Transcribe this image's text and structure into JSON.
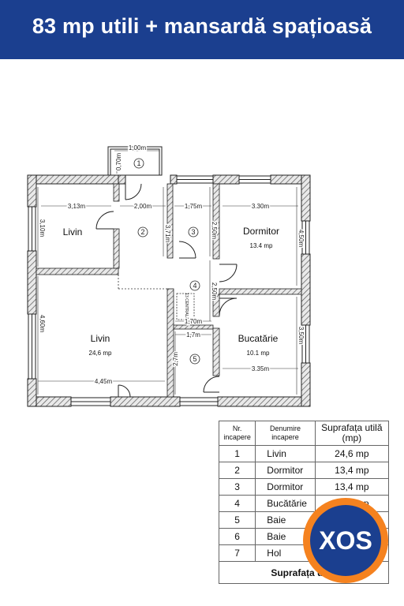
{
  "header": {
    "title": "83 mp utili + mansardă spațioasă",
    "bg_color": "#1b3f8f"
  },
  "plan": {
    "rooms": {
      "livin_small": "Livin",
      "livin_large": "Livin",
      "livin_large_area": "24,6 mp",
      "dormitor": "Dormitor",
      "dormitor_area": "13.4 mp",
      "bucatarie": "Bucatărie",
      "bucatarie_area": "10.1 mp"
    },
    "markers": [
      "1",
      "2",
      "3",
      "4",
      "5"
    ],
    "dims": {
      "balcony_w": "1,00m",
      "balcony_h": "0,70m",
      "livin_small_w": "3,13m",
      "livin_small_h": "3,10m",
      "hall_w": "2,00m",
      "hall_h": "3,71m",
      "bath_w": "1,75m",
      "bath_h": "2,50m",
      "dorm_w": "3.30m",
      "dorm_h": "4,50m",
      "mid_h": "2,50m",
      "mid_w": "1,70m",
      "livin_large_h": "4,60m",
      "livin_large_w": "4,45m",
      "wc_w": "1,7m",
      "wc_h": "2,7m",
      "kitchen_h": "3,50m",
      "kitchen_w": "3.35m"
    },
    "boiler_label": "13 CENTRALA"
  },
  "table": {
    "headers": [
      "Nr. incapere",
      "Denumire incapere",
      "Suprafața utilă (mp)"
    ],
    "rows": [
      {
        "nr": "1",
        "name": "Livin",
        "area": "24,6 mp"
      },
      {
        "nr": "2",
        "name": "Dormitor",
        "area": "13,4 mp"
      },
      {
        "nr": "3",
        "name": "Dormitor",
        "area": "13,4 mp"
      },
      {
        "nr": "4",
        "name": "Bucătărie",
        "area": "10,1 mp"
      },
      {
        "nr": "5",
        "name": "Baie",
        "area": ""
      },
      {
        "nr": "6",
        "name": "Baie",
        "area": ""
      },
      {
        "nr": "7",
        "name": "Hol",
        "area": ""
      }
    ],
    "total_label": "Suprafața utilă"
  },
  "logo": {
    "text": "XOS",
    "ring_color": "#f5821f",
    "fill_color": "#1b3f8f"
  }
}
